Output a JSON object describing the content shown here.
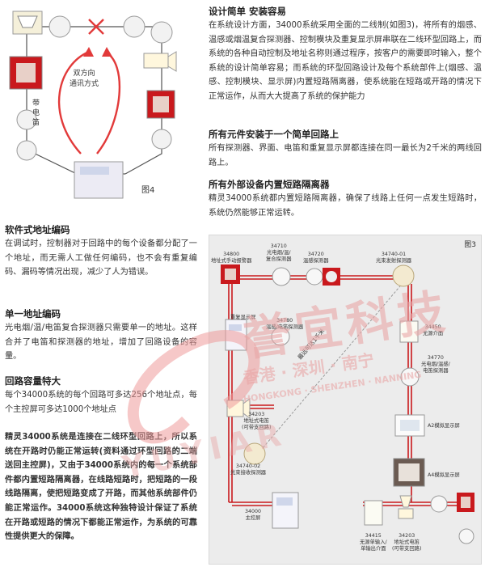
{
  "fig4": {
    "caption": "图4",
    "loop_label": "双方向\n通讯方式",
    "bell_label": "带\n电\n笛"
  },
  "right_top": {
    "s1": {
      "title": "设计简单 安装容易",
      "body": "在系统设计方面，34000系统采用全面的二线制(如图3)，将所有的烟感、温感或烟温复合探测器、控制模块及重复显示屏串联在二线环型回路上，而系统的各种自动控制及地址名称则通过程序，按客户的需要即时输入，整个系统的设计简单容易；而系统的环型回路设计及每个系统部件上(烟感、温感、控制模块、显示屏)内置短路隔离器，使系统能在短路或开路的情况下正常运作，从而大大提高了系统的保护能力"
    },
    "s2": {
      "title": "所有元件安装于一个简单回路上",
      "body": "所有探测器、界面、电笛和重复显示屏都连接在同一最长为2千米的两线回路上。"
    },
    "s3": {
      "title": "所有外部设备内置短路隔离器",
      "body": "精灵34000系统都内置短路隔离器，确保了线路上任何一点发生短路时，系统仍然能够正常运转。"
    }
  },
  "left": {
    "s1": {
      "title": "软件式地址编码",
      "body": "在调试时，控制器对于回路中的每个设备都分配了一个地址，而无需人工做任何编码，也不会有重复编码、漏码等情况出现，减少了人为错误。"
    },
    "s2": {
      "title": "单一地址编码",
      "body": "光电烟/温/电笛复合探测器只需要单一的地址。这样合并了电笛和探测器的地址，增加了回路设备的容量。"
    },
    "s3": {
      "title": "回路容量特大",
      "body": "每个34000系统的每个回路可多达256个地址点，每个主控屏可多达1000个地址点"
    },
    "s4": {
      "body": "精灵34000系统是连接在二线环型回路上，所以系统在开路时仍能正常运转(资料通过环型回路的二端送回主控屏)，又由于34000系统内的每一个系统部件都内置短路隔离器，在线路短路时，把短路的一段线路隔离，使把短路变成了开路，而其他系统部件仍能正常运作。34000系统这种独特设计保证了系统在开路或短路的情况下都能正常运作，为系统的可靠性提供更大的保障。"
    }
  },
  "fig3": {
    "caption": "图3",
    "diag_label": "最远可达1千米",
    "devices": {
      "d34800": "34800\n地址式手动报警器",
      "d34710": "34710\n光电烟/温/\n复合探测器",
      "d34720": "34720\n温感探测器",
      "d34740_01": "34740-01\n光束发射探测器",
      "repeat": "重复显示屏",
      "d34780": "34780\n温感/电笛探测器",
      "d34450": "34450\n无源介面",
      "d34770": "34770\n光电烟/温感/\n电笛探测器",
      "d34203a": "34203\n地址式电笛\n(可带支回路)",
      "d34740_02": "34740-02\n光束接收探测器",
      "a2": "A2模拟显示屏",
      "a4": "A4模拟显示屏",
      "main": "34000\n主控屏",
      "d34415": "34415\n无源单输入/\n单输出介面",
      "d34203b": "34203\n地址式电笛\n(可带支回路)"
    }
  },
  "watermark": {
    "brand": "誉宜科技",
    "cities": "香港 · 深圳 · 南宁",
    "pinyin": "HONGKONG · SHENZHEN · NANNING",
    "latin": "YUYIAR"
  }
}
